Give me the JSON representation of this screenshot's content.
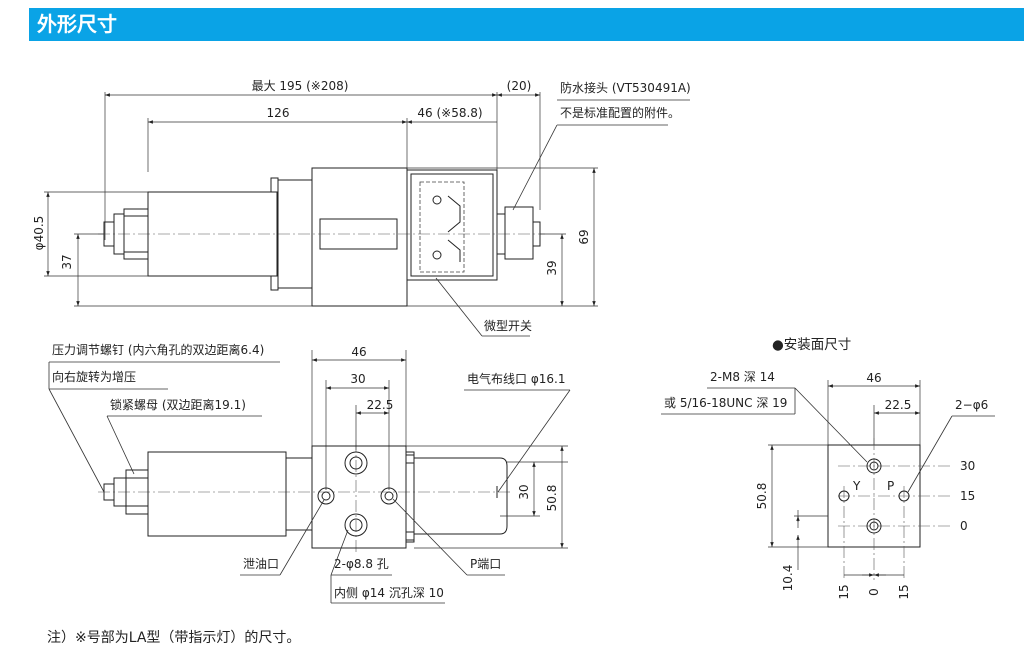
{
  "header": {
    "title": "外形尺寸"
  },
  "top_view": {
    "dim_overall": "最大 195 (※208)",
    "dim_body": "126",
    "dim_right": "46 (※58.8)",
    "dim_plug": "(20)",
    "dim_dia": "φ40.5",
    "dim_37": "37",
    "dim_39": "39",
    "dim_69": "69",
    "plug_label": "防水接头 (VT530491A)",
    "plug_note": "不是标准配置的附件。",
    "switch_label": "微型开关"
  },
  "front_view": {
    "dim_46": "46",
    "dim_30": "30",
    "dim_225": "22.5",
    "dim_v30": "30",
    "dim_508": "50.8",
    "screw_label": "压力调节螺钉 (内六角孔的双边距离6.4)",
    "screw_note": "向右旋转为增压",
    "nut_label": "锁紧螺母 (双边距离19.1)",
    "wiring_label": "电气布线口 φ16.1",
    "drain_label": "泄油口",
    "hole_label": "2-φ8.8 孔",
    "counterbore_label": "内侧 φ14 沉孔深 10",
    "p_port_label": "P端口"
  },
  "mount_view": {
    "title": "●安装面尺寸",
    "thread_label": "2-M8 深 14",
    "thread_alt": "或 5/16-18UNC 深 19",
    "hole_label": "2−φ6",
    "dim_46": "46",
    "dim_225": "22.5",
    "dim_508": "50.8",
    "dim_104": "10.4",
    "port_y": "Y",
    "port_p": "P",
    "right_ticks": [
      "30",
      "15",
      "0"
    ],
    "bottom_ticks": [
      "15",
      "0",
      "15"
    ]
  },
  "footnote": "注）※号部为LA型（带指示灯）的尺寸。"
}
